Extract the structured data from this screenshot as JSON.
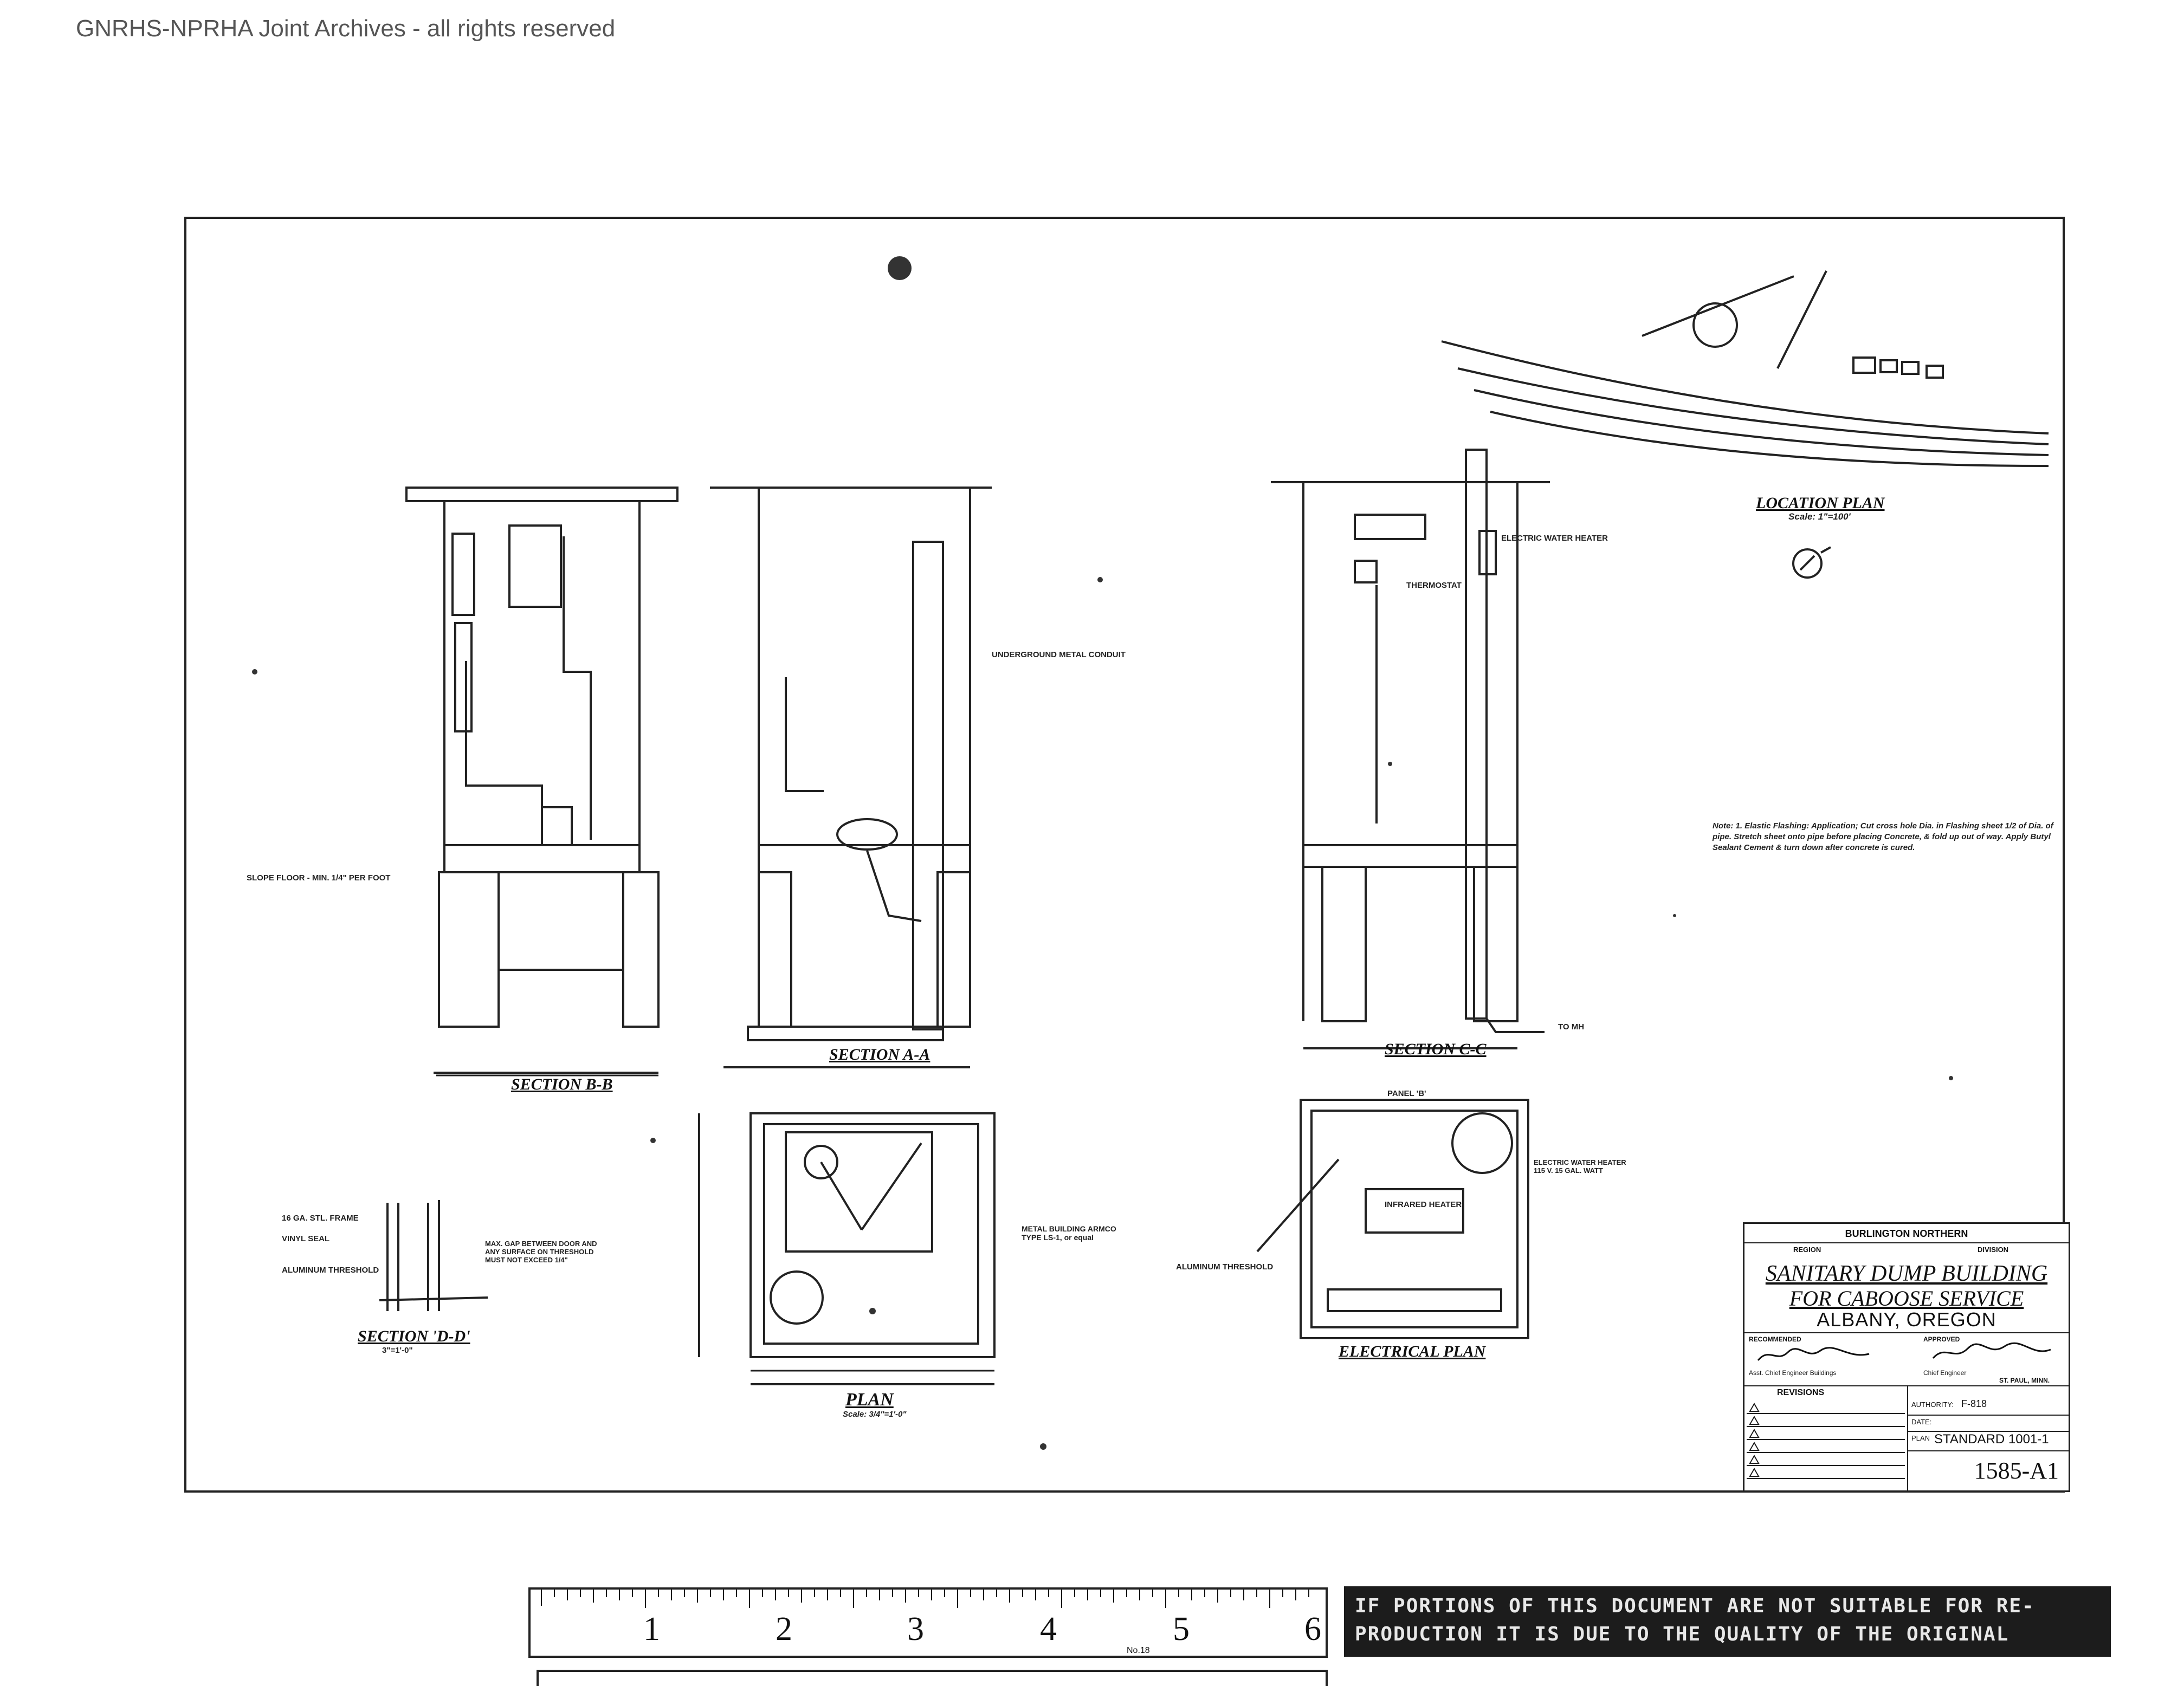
{
  "watermark": "GNRHS-NPRHA Joint Archives - all rights reserved",
  "drawing": {
    "location_plan": {
      "title": "LOCATION PLAN",
      "scale": "Scale: 1\"=100'"
    },
    "section_bb": {
      "title": "SECTION B-B"
    },
    "section_aa": {
      "title": "SECTION A-A"
    },
    "section_cc": {
      "title": "SECTION C-C"
    },
    "section_dd": {
      "title": "SECTION 'D-D'",
      "scale": "3\"=1'-0\""
    },
    "plan": {
      "title": "PLAN",
      "scale": "Scale: 3/4\"=1'-0\""
    },
    "electrical_plan": {
      "title": "ELECTRICAL PLAN"
    },
    "callouts": {
      "frame": "16 GA. STL. FRAME",
      "vinyl_seal": "VINYL SEAL",
      "aluminum_threshold": "ALUMINUM THRESHOLD",
      "max_gap": "MAX. GAP BETWEEN DOOR AND ANY SURFACE ON THRESHOLD MUST NOT EXCEED 1/4\"",
      "slope_floor": "SLOPE FLOOR - MIN. 1/4\" PER FOOT",
      "underground_metal_conduit": "UNDERGROUND METAL CONDUIT",
      "electric_water_heater": "ELECTRIC WATER HEATER",
      "thermostat": "THERMOSTAT",
      "to_mh": "TO MH",
      "metal_building": "METAL BUILDING ARMCO TYPE LS-1, or equal",
      "aluminum_threshold_plan": "ALUMINUM THRESHOLD",
      "infrared_heater": "INFRARED HEATER",
      "panel_b": "PANEL 'B'",
      "electric_water_heater_rating": "ELECTRIC WATER HEATER 115 V. 15 GAL. WATT"
    },
    "note": "Note: 1. Elastic Flashing: Application; Cut cross hole Dia. in Flashing sheet 1/2 of Dia. of pipe. Stretch sheet onto pipe before placing Concrete, & fold up out of way. Apply Butyl Sealant Cement & turn down after concrete is cured."
  },
  "title_block": {
    "company": "BURLINGTON NORTHERN",
    "region_label": "REGION",
    "division_label": "DIVISION",
    "title_line1": "SANITARY DUMP BUILDING",
    "title_line2": "FOR CABOOSE SERVICE",
    "location": "ALBANY, OREGON",
    "recommended_label": "RECOMMENDED",
    "approved_label": "APPROVED",
    "recommended_by": "Asst. Chief Engineer Buildings",
    "approved_by": "Chief Engineer",
    "city": "ST. PAUL, MINN.",
    "revisions_label": "REVISIONS",
    "authority_label": "AUTHORITY:",
    "authority_value": "F-818",
    "date_label": "DATE:",
    "plan_label": "PLAN",
    "plan_value": "STANDARD 1001-1",
    "sheet_number": "1585-A1"
  },
  "ruler": {
    "numbers": [
      "1",
      "2",
      "3",
      "4",
      "5",
      "6"
    ],
    "maker": "No.18"
  },
  "notice": {
    "line1": "IF PORTIONS OF THIS DOCUMENT ARE NOT SUITABLE FOR RE-",
    "line2": "PRODUCTION IT IS DUE TO THE QUALITY OF THE ORIGINAL"
  }
}
